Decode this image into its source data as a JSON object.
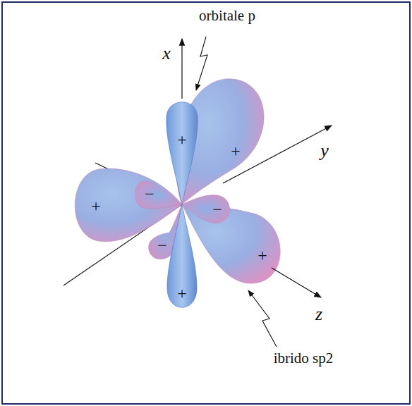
{
  "diagram": {
    "labels": [
      "x",
      "orbitale p",
      "y",
      "z",
      "ibrido sp2",
      "+",
      "+",
      "+",
      "+",
      "+",
      "−",
      "−",
      "−"
    ]
  }
}
